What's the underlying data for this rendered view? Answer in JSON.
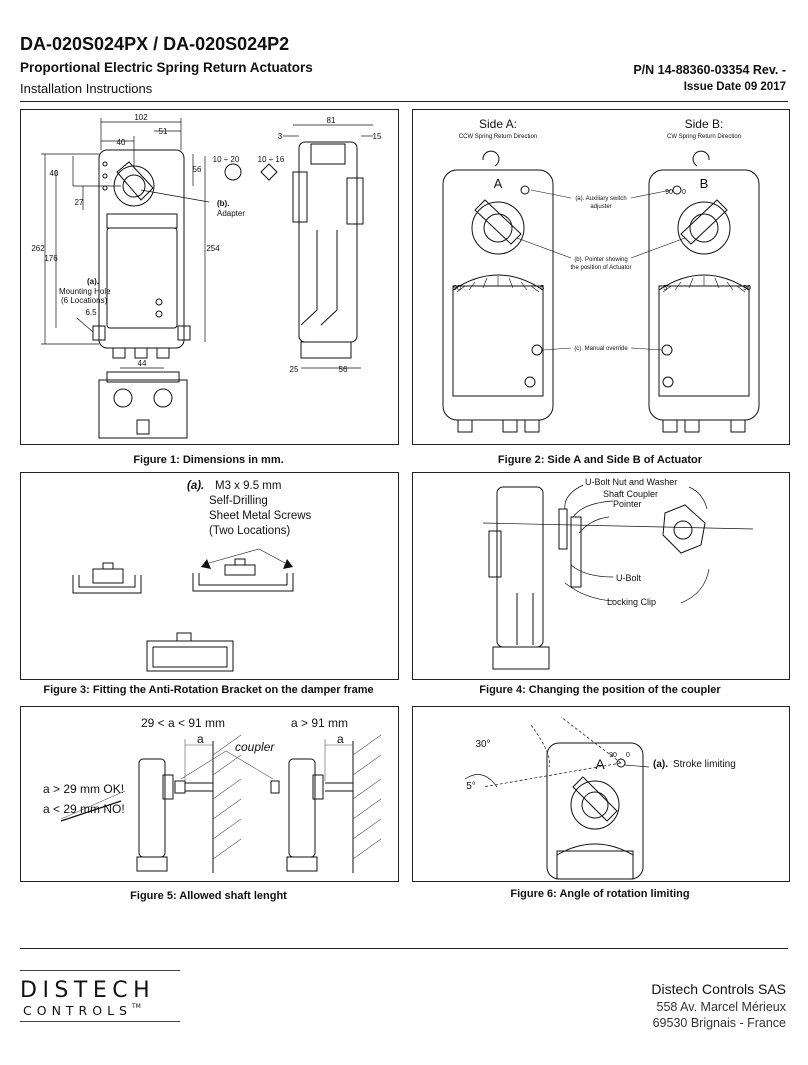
{
  "header": {
    "title": "DA-020S024PX / DA-020S024P2",
    "subtitle": "Proportional Electric Spring Return Actuators",
    "doc_type": "Installation Instructions",
    "part_number": "P/N 14-88360-03354 Rev. -",
    "issue_date": "Issue Date 09 2017"
  },
  "figure1": {
    "caption": "Figure 1: Dimensions in mm.",
    "dims": {
      "d102": "102",
      "d40": "40",
      "d51": "51",
      "d81": "81",
      "d15": "15",
      "d3": "3",
      "d40v": "40",
      "d56": "56",
      "d27": "27",
      "d262": "262",
      "d176": "176",
      "d254": "254",
      "d6_5": "6.5",
      "d44": "44",
      "d25": "25",
      "d56b": "56",
      "r1": "10 ÷ 20",
      "r2": "10 ÷ 16"
    },
    "label_a": "(a).",
    "label_a_text1": "Mounting Hole",
    "label_a_text2": "(6 Locations)",
    "label_b": "(b).",
    "label_b_text": "Adapter"
  },
  "figure2": {
    "caption": "Figure 2: Side A and Side B of Actuator",
    "side_a": "Side A:",
    "side_a_sub": "CCW Spring Return Direction",
    "side_b": "Side B:",
    "side_b_sub": "CW Spring Return Direction",
    "letter_a": "A",
    "letter_b": "B",
    "callout_a1": "(a). Auxiliary switch",
    "callout_a2": "adjuster",
    "callout_b1": "(b). Pointer showing",
    "callout_b2": "the position of Actuator",
    "callout_c": "(c). Manual override",
    "scale_left_a": "90",
    "scale_right_a": "-5",
    "scale_left_b": "-5",
    "scale_right_b": "90",
    "knob_b_left": "90",
    "knob_b_right": "0"
  },
  "figure3": {
    "caption": "Figure 3: Fitting the Anti-Rotation Bracket on the damper frame",
    "label_a": "(a).",
    "line1": "M3 x 9.5 mm",
    "line2": "Self-Drilling",
    "line3": "Sheet Metal Screws",
    "line4": "(Two Locations)"
  },
  "figure4": {
    "caption": "Figure 4: Changing the position of the coupler",
    "labels": [
      "U-Bolt Nut and Washer",
      "Shaft Coupler",
      "Pointer",
      "U-Bolt",
      "Locking Clip"
    ]
  },
  "figure5": {
    "caption": "Figure 5: Allowed shaft lenght",
    "left_title": "29 < a < 91 mm",
    "right_title": "a > 91 mm",
    "a_label": "a",
    "coupler": "coupler",
    "ok": "a > 29 mm OK!",
    "no": "a < 29 mm NO!"
  },
  "figure6": {
    "caption": "Figure 6: Angle of rotation limiting",
    "angle30": "30°",
    "angle5": "5°",
    "letter": "A",
    "label_a": "(a).",
    "label_text": "Stroke limiting",
    "knob_left": "90",
    "knob_right": "0"
  },
  "footer": {
    "logo_line1": "DISTECH",
    "logo_line2": "CONTROLS",
    "logo_tm": "TM",
    "company": "Distech Controls SAS",
    "address1": "558 Av. Marcel Mérieux",
    "address2": "69530 Brignais - France"
  }
}
